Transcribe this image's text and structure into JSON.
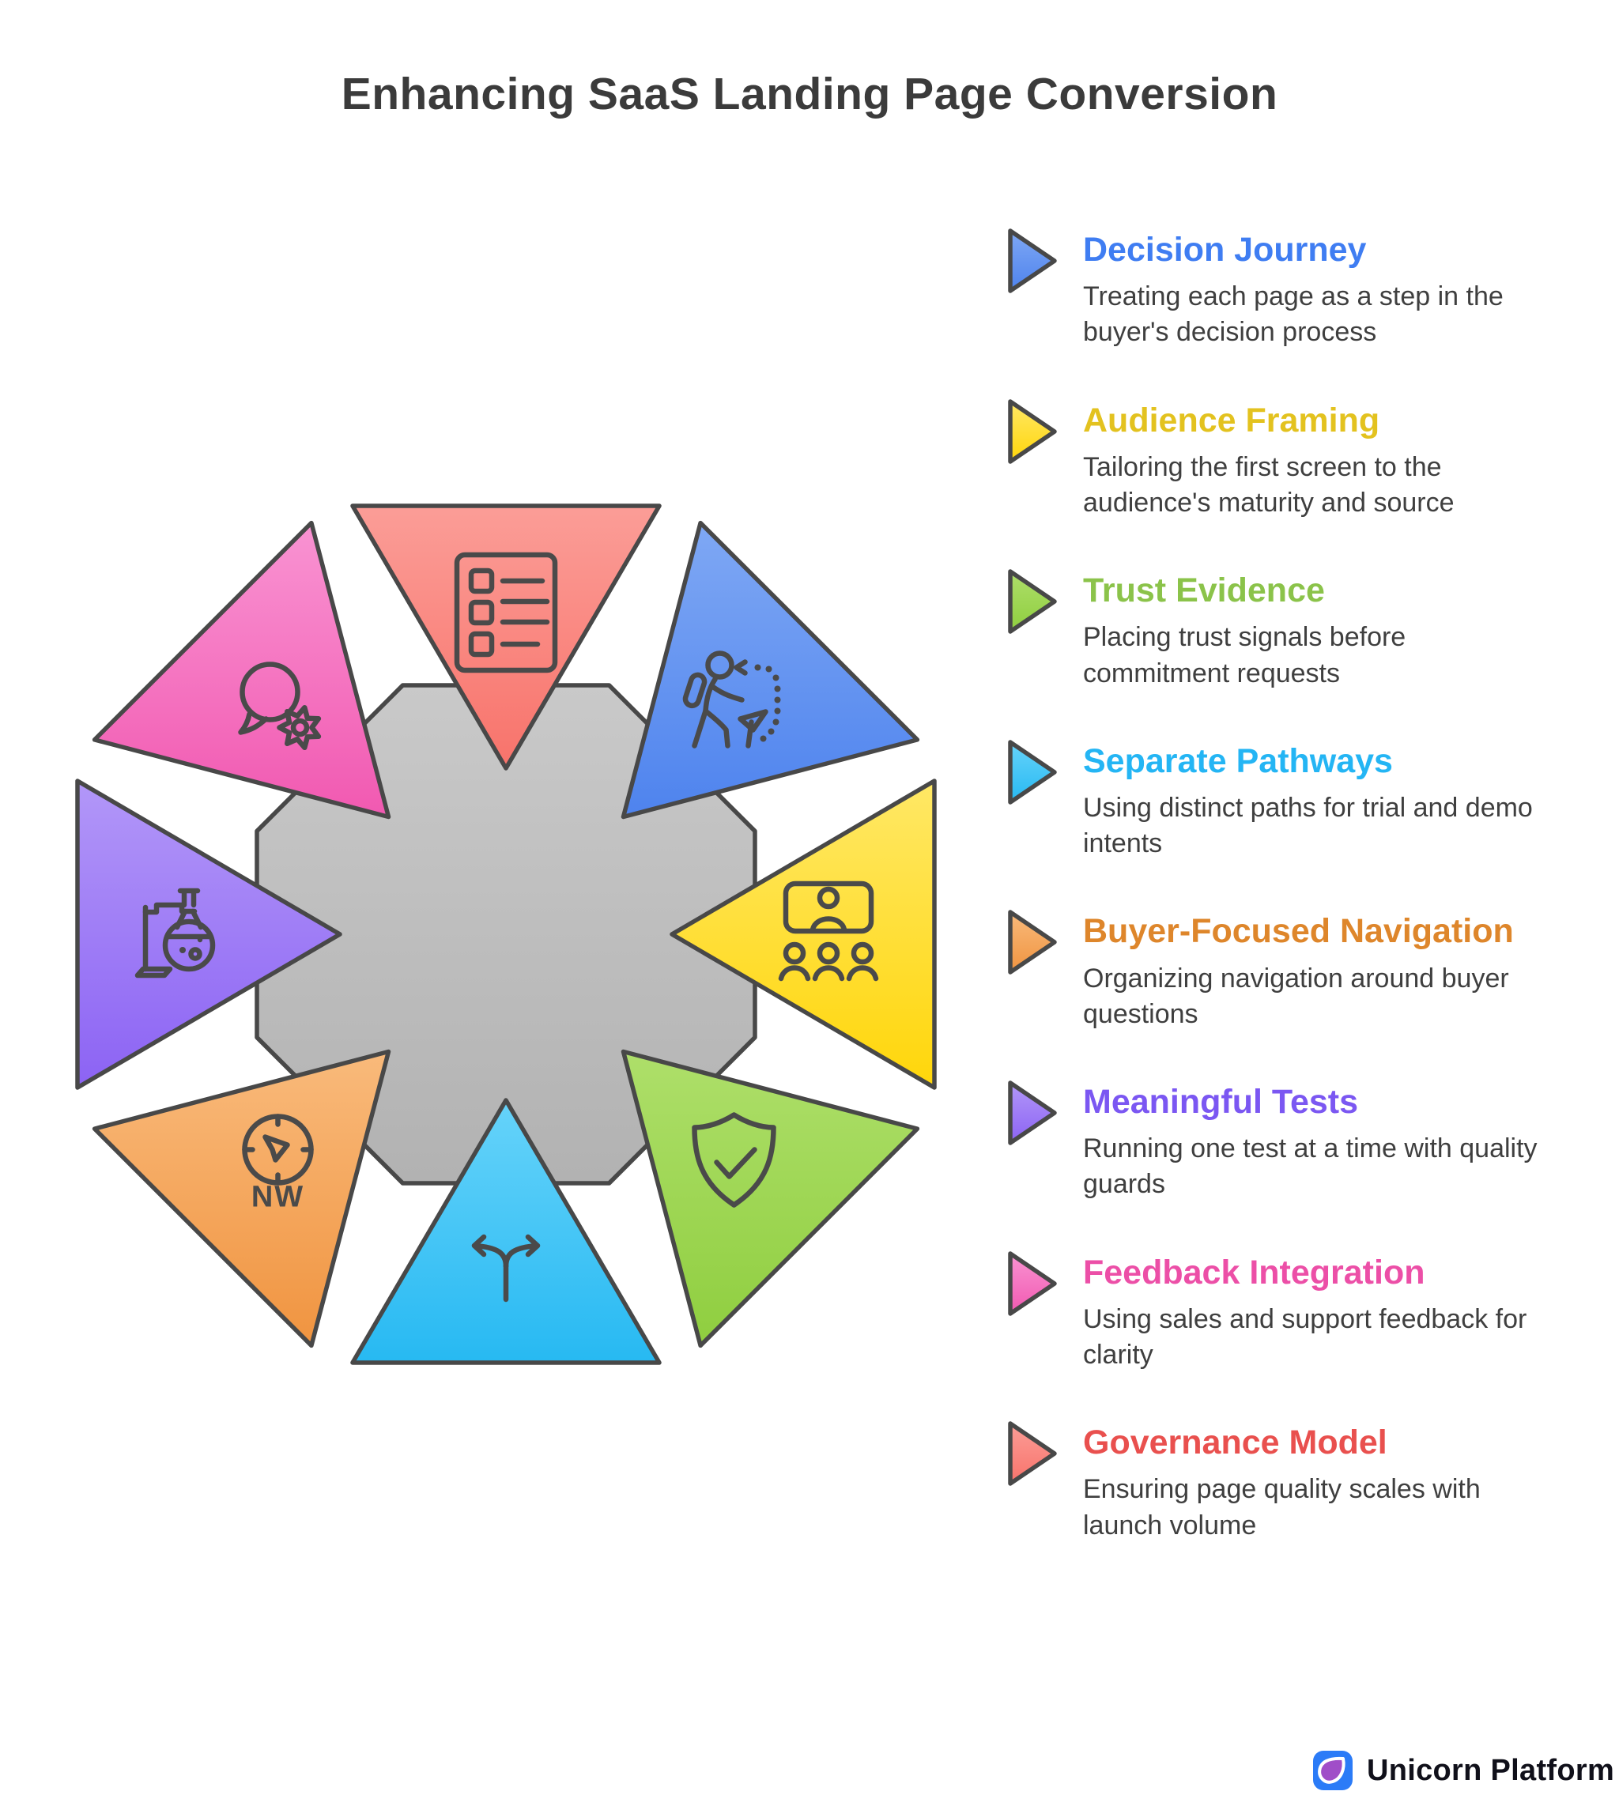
{
  "title": "Enhancing SaaS Landing Page Conversion",
  "legend": {
    "items": [
      {
        "label": "Decision Journey",
        "description": "Treating each page as a step in the buyer's decision process",
        "color": "#3f7df2",
        "grad_top": "#7fa8f4",
        "grad_bottom": "#4e83ee"
      },
      {
        "label": "Audience Framing",
        "description": "Tailoring the first screen to the audience's maturity and source",
        "color": "#e3c21f",
        "grad_top": "#ffe866",
        "grad_bottom": "#ffd60a"
      },
      {
        "label": "Trust Evidence",
        "description": "Placing trust signals before commitment requests",
        "color": "#8bc34a",
        "grad_top": "#aedf6a",
        "grad_bottom": "#8fce3f"
      },
      {
        "label": "Separate Pathways",
        "description": "Using distinct paths for trial and demo intents",
        "color": "#24b5f4",
        "grad_top": "#66d3fa",
        "grad_bottom": "#27b9f2"
      },
      {
        "label": "Buyer-Focused Navigation",
        "description": "Organizing navigation around buyer questions",
        "color": "#de862b",
        "grad_top": "#f9ba7b",
        "grad_bottom": "#f09440"
      },
      {
        "label": "Meaningful Tests",
        "description": "Running one test at a time with quality guards",
        "color": "#7b57f2",
        "grad_top": "#b297f8",
        "grad_bottom": "#8c63f4"
      },
      {
        "label": "Feedback Integration",
        "description": "Using sales and support feedback for clarity",
        "color": "#ec4fa7",
        "grad_top": "#f993d2",
        "grad_bottom": "#f159b1"
      },
      {
        "label": "Governance Model",
        "description": "Ensuring page quality scales with launch volume",
        "color": "#e9504e",
        "grad_top": "#fb9d97",
        "grad_bottom": "#f8736b"
      }
    ]
  },
  "diagram": {
    "octagon_top": "#c9c9c9",
    "octagon_bottom": "#b2b2b2",
    "outline_color": "#484848",
    "icon_color": "#4a4a4a",
    "segments": [
      {
        "icon": "checklist-icon",
        "legend": "Governance Model",
        "grad_top": "#fb9d97",
        "grad_bottom": "#f8736b"
      },
      {
        "icon": "hiker-icon",
        "legend": "Decision Journey",
        "grad_top": "#7fa8f4",
        "grad_bottom": "#4e83ee"
      },
      {
        "icon": "audience-icon",
        "legend": "Audience Framing",
        "grad_top": "#ffe866",
        "grad_bottom": "#ffd60a"
      },
      {
        "icon": "shield-check-icon",
        "legend": "Trust Evidence",
        "grad_top": "#aedf6a",
        "grad_bottom": "#8fce3f"
      },
      {
        "icon": "split-arrows-icon",
        "legend": "Separate Pathways",
        "grad_top": "#66d3fa",
        "grad_bottom": "#27b9f2"
      },
      {
        "icon": "compass-icon",
        "legend": "Buyer-Focused Navigation",
        "compass_label": "NW",
        "grad_top": "#f9ba7b",
        "grad_bottom": "#f09440"
      },
      {
        "icon": "flask-icon",
        "legend": "Meaningful Tests",
        "grad_top": "#b297f8",
        "grad_bottom": "#8c63f4"
      },
      {
        "icon": "chat-gear-icon",
        "legend": "Feedback Integration",
        "grad_top": "#f993d2",
        "grad_bottom": "#f159b1"
      }
    ]
  },
  "footer": {
    "brand": "Unicorn Platform",
    "logo_bg": "#2b7bf7",
    "logo_drop": "#a04ec8"
  }
}
